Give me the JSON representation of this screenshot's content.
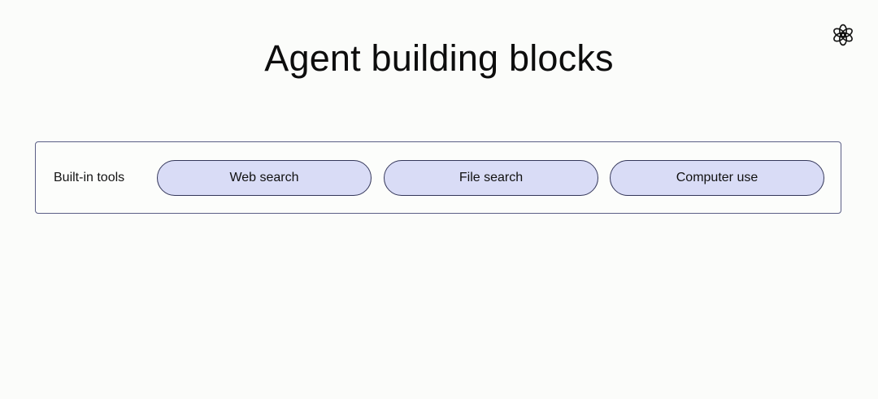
{
  "slide": {
    "title": "Agent building blocks",
    "logo_icon": "openai-logo-icon"
  },
  "tools_row": {
    "label": "Built-in tools",
    "items": [
      {
        "label": "Web search"
      },
      {
        "label": "File search"
      },
      {
        "label": "Computer use"
      }
    ]
  },
  "colors": {
    "background": "#fbfcfa",
    "frame_border": "#5b5f86",
    "pill_fill": "#d9dcf6",
    "pill_border": "#34375a",
    "text": "#111111"
  }
}
